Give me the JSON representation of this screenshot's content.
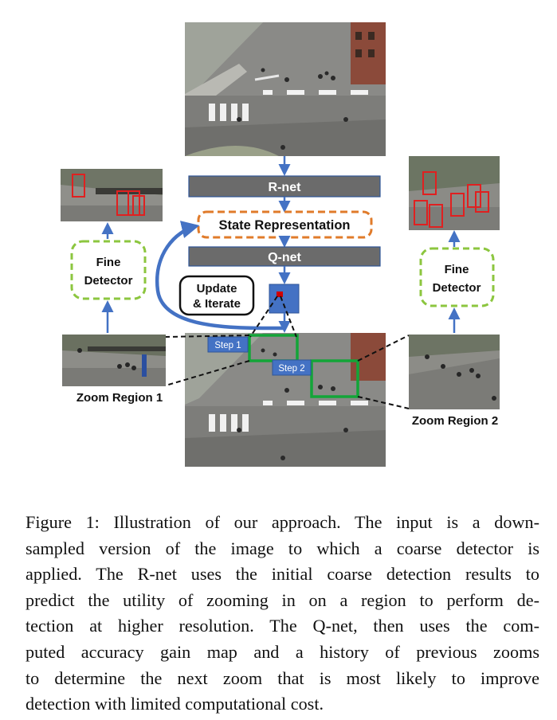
{
  "diagram": {
    "rnet_label": "R-net",
    "state_label": "State Representation",
    "qnet_label": "Q-net",
    "update_label_line1": "Update",
    "update_label_line2": "& Iterate",
    "fine_detector_left": [
      "Fine",
      "Detector"
    ],
    "fine_detector_right": [
      "Fine",
      "Detector"
    ],
    "step1_label": "Step 1",
    "step2_label": "Step 2",
    "zoom_region_1": "Zoom Region 1",
    "zoom_region_2": "Zoom Region 2"
  },
  "caption": {
    "lines": [
      "Figure 1: Illustration of our approach. The input is a down-",
      "sampled version of the image to which a coarse detector is",
      "applied. The R-net uses the initial coarse detection results to",
      "predict the utility of zooming in on a region to perform de-",
      "tection at higher resolution. The Q-net, then uses the com-",
      "puted accuracy gain map and a history of previous zooms",
      "to determine the next zoom that is most likely to improve",
      "detection with limited computational cost."
    ]
  },
  "colors": {
    "box_gray": "#6b6b6b",
    "box_border_blue": "#2f5597",
    "orange_dash": "#e07b2a",
    "green_dash": "#8cc63f",
    "arrow_blue": "#4472c4",
    "q_square": "#4472c4",
    "step_green": "#13a538",
    "bbox_red": "#e02020"
  }
}
